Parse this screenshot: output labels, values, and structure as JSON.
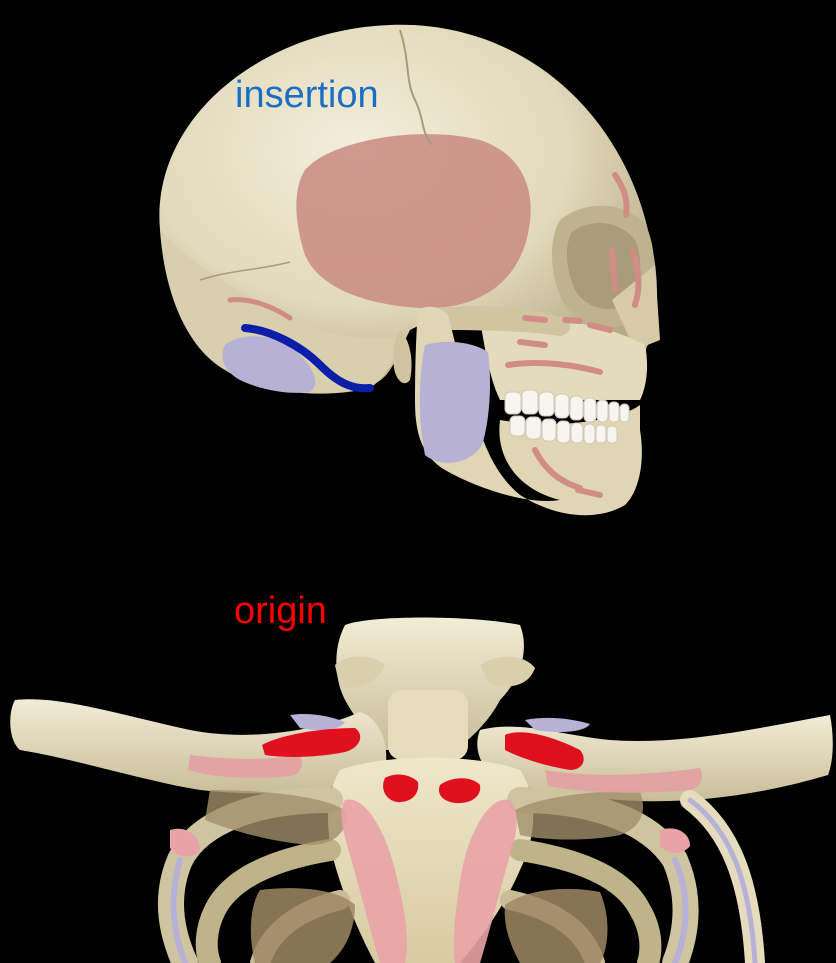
{
  "image": {
    "background_color": "#000000",
    "subject": "skull-and-upper-thorax"
  },
  "labels": {
    "insertion": {
      "text": "insertion",
      "color": "#1a6fc4"
    },
    "origin": {
      "text": "origin",
      "color": "#ff0000"
    }
  },
  "colors": {
    "bone": "#e9e2c8",
    "bone_shadow": "#b9ae8d",
    "highlight_pink": "#cf7f7a",
    "highlight_lavender": "#b7b1d6",
    "highlight_blue": "#0b1ea8",
    "origin_red": "#e0101e",
    "cartilage_pink": "#e9a3a6"
  }
}
